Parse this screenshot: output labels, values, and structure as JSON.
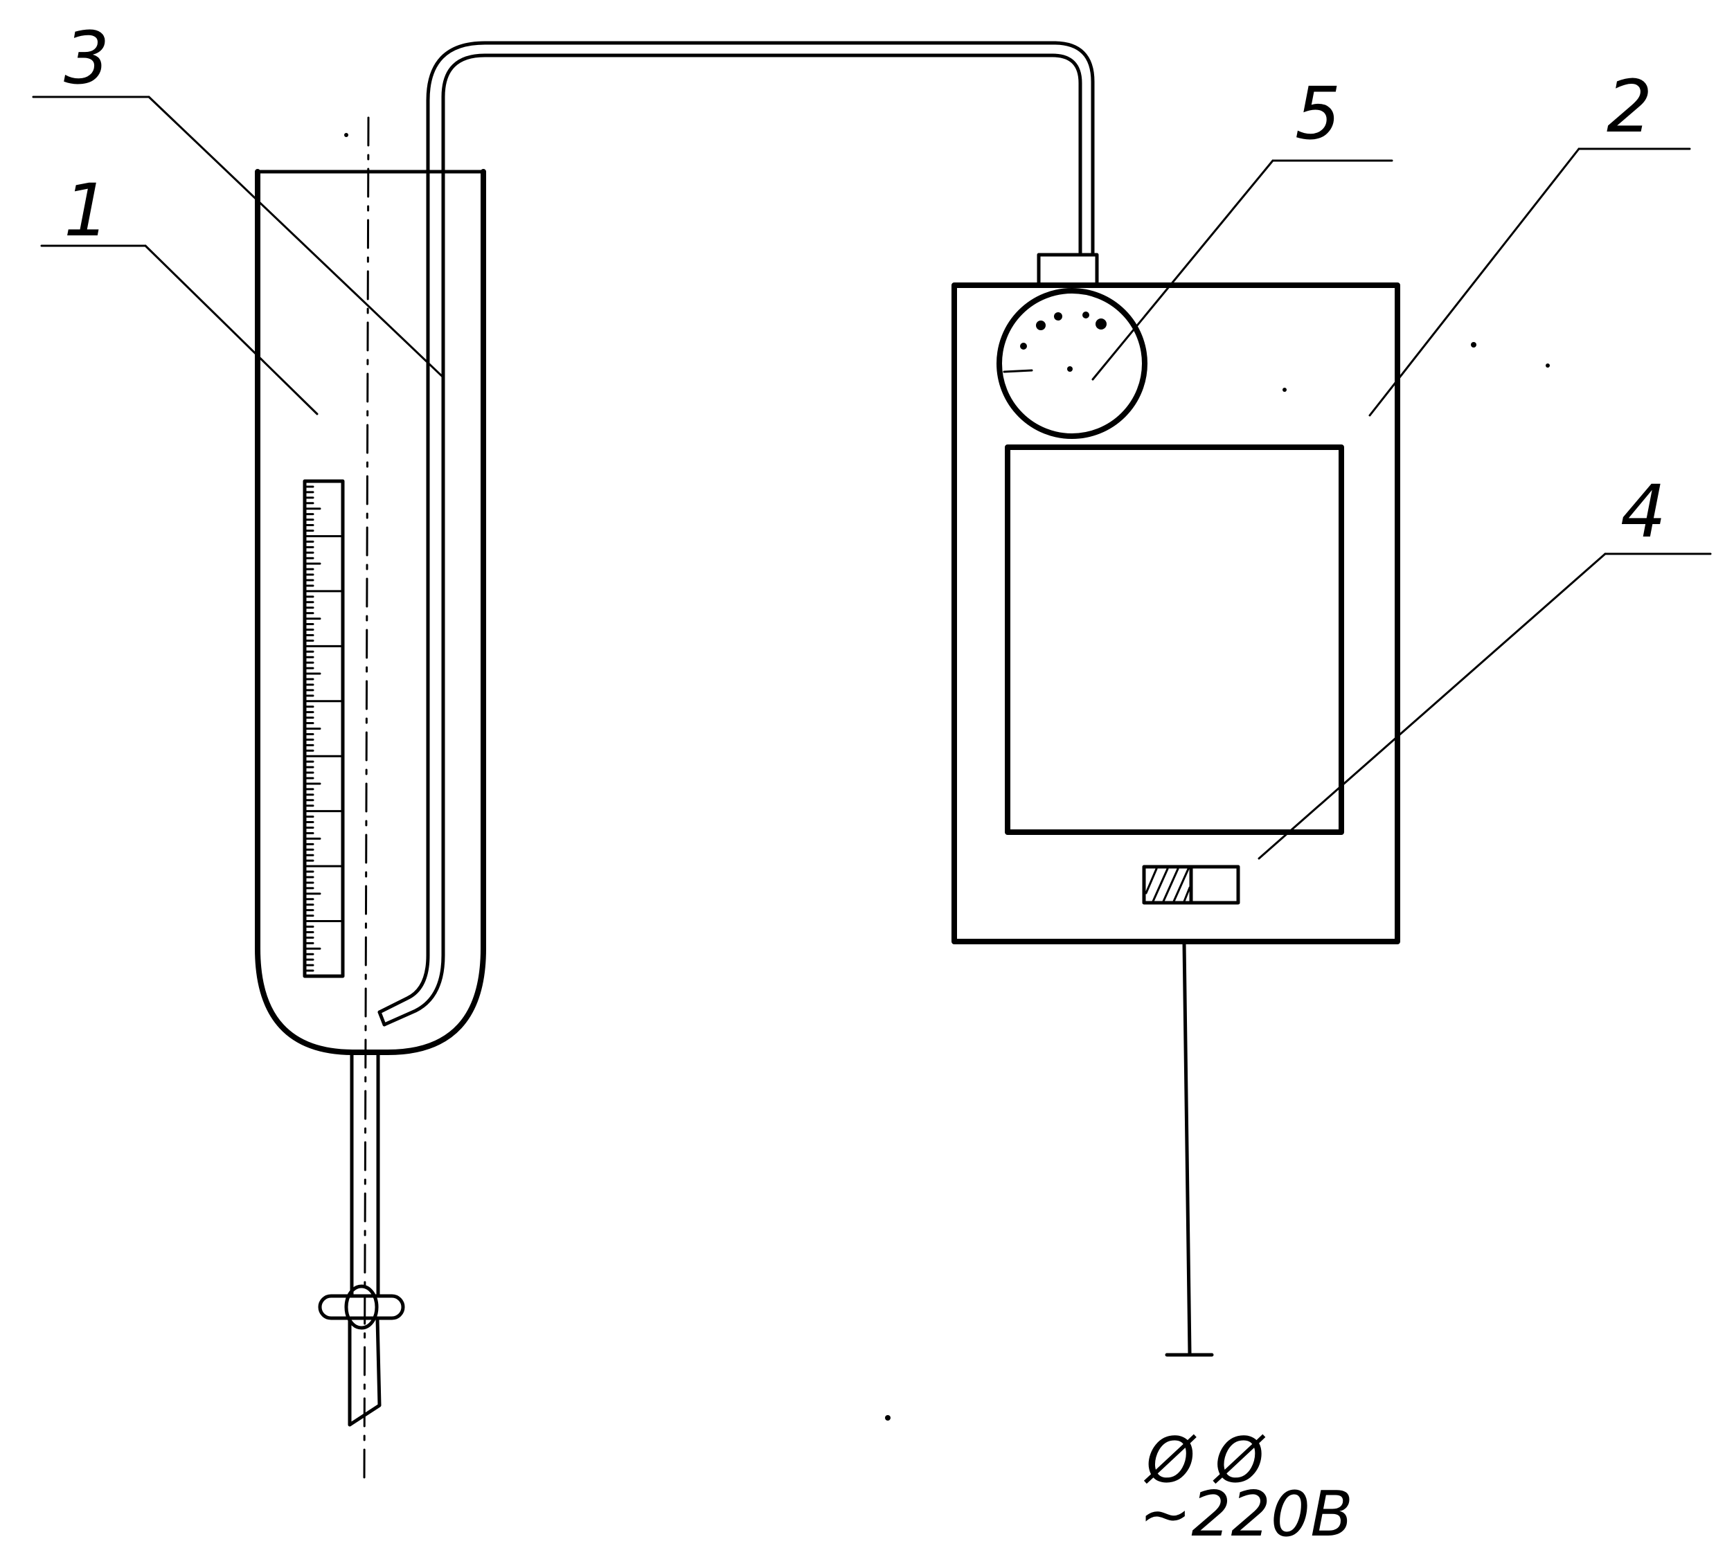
{
  "labels": {
    "vessel": "1",
    "device": "2",
    "tube": "3",
    "switch": "4",
    "gauge": "5"
  },
  "power": {
    "phase_symbols": "Ø Ø",
    "voltage": "~220B"
  },
  "scale": {
    "major_ticks": 10
  }
}
